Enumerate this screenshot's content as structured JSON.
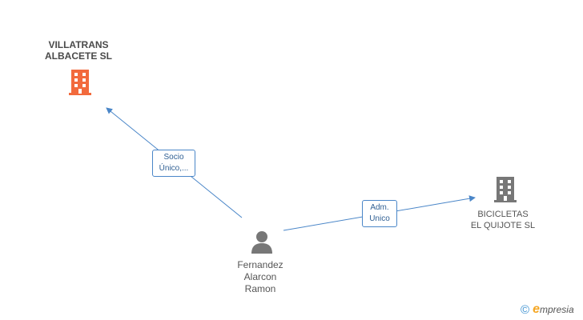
{
  "nodes": {
    "villatrans": {
      "line1": "VILLATRANS",
      "line2": "ALBACETE SL",
      "icon": "building-icon",
      "color": "#f26a3d"
    },
    "bicicletas": {
      "line1": "BICICLETAS",
      "line2": "EL QUIJOTE SL",
      "icon": "building-icon",
      "color": "#777777"
    },
    "person": {
      "line1": "Fernandez",
      "line2": "Alarcon",
      "line3": "Ramon",
      "icon": "person-icon",
      "color": "#777777"
    }
  },
  "edges": [
    {
      "from": "person",
      "to": "villatrans",
      "label_line1": "Socio",
      "label_line2": "Único,..."
    },
    {
      "from": "person",
      "to": "bicicletas",
      "label_line1": "Adm.",
      "label_line2": "Unico"
    }
  ],
  "edge_color": "#4a86c8",
  "footer": {
    "copyright": "©",
    "brand_initial": "e",
    "brand_rest": "mpresia"
  }
}
